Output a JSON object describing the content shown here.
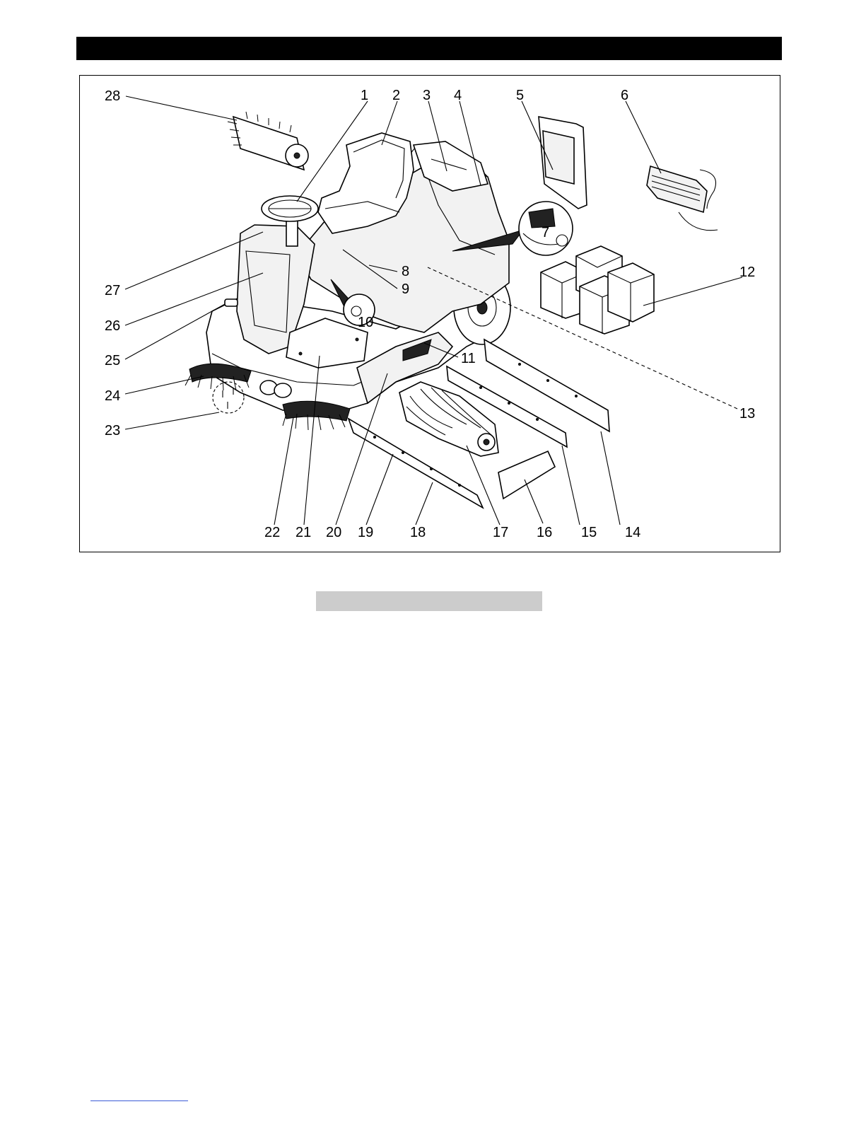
{
  "header": {
    "text": ""
  },
  "figure": {
    "callouts": [
      "1",
      "2",
      "3",
      "4",
      "5",
      "6",
      "7",
      "8",
      "9",
      "10",
      "11",
      "12",
      "13",
      "14",
      "15",
      "16",
      "17",
      "18",
      "19",
      "20",
      "21",
      "22",
      "23",
      "24",
      "25",
      "26",
      "27",
      "28"
    ]
  },
  "caption": {
    "text": ""
  },
  "footer": {
    "link_text": ""
  }
}
